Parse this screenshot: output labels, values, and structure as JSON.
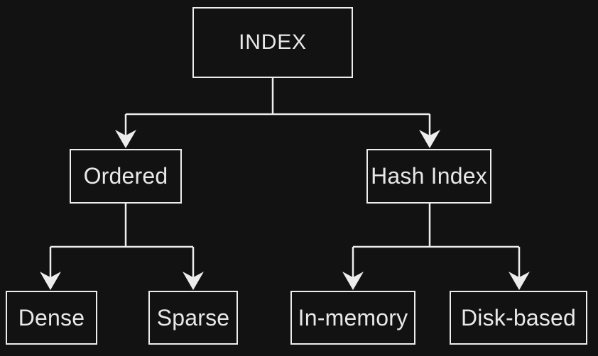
{
  "diagram": {
    "type": "tree",
    "description": "Index type classification tree"
  },
  "nodes": {
    "index": {
      "label": "INDEX"
    },
    "ordered": {
      "label": "Ordered"
    },
    "hash_index": {
      "label": "Hash Index"
    },
    "dense": {
      "label": "Dense"
    },
    "sparse": {
      "label": "Sparse"
    },
    "in_memory": {
      "label": "In-memory"
    },
    "disk_based": {
      "label": "Disk-based"
    }
  },
  "edges": [
    {
      "from": "INDEX",
      "to": "Ordered"
    },
    {
      "from": "INDEX",
      "to": "Hash Index"
    },
    {
      "from": "Ordered",
      "to": "Dense"
    },
    {
      "from": "Ordered",
      "to": "Sparse"
    },
    {
      "from": "Hash Index",
      "to": "In-memory"
    },
    {
      "from": "Hash Index",
      "to": "Disk-based"
    }
  ],
  "colors": {
    "background": "#121212",
    "line": "#ededed",
    "text": "#e8e8e8",
    "node_fill": "#121212"
  }
}
